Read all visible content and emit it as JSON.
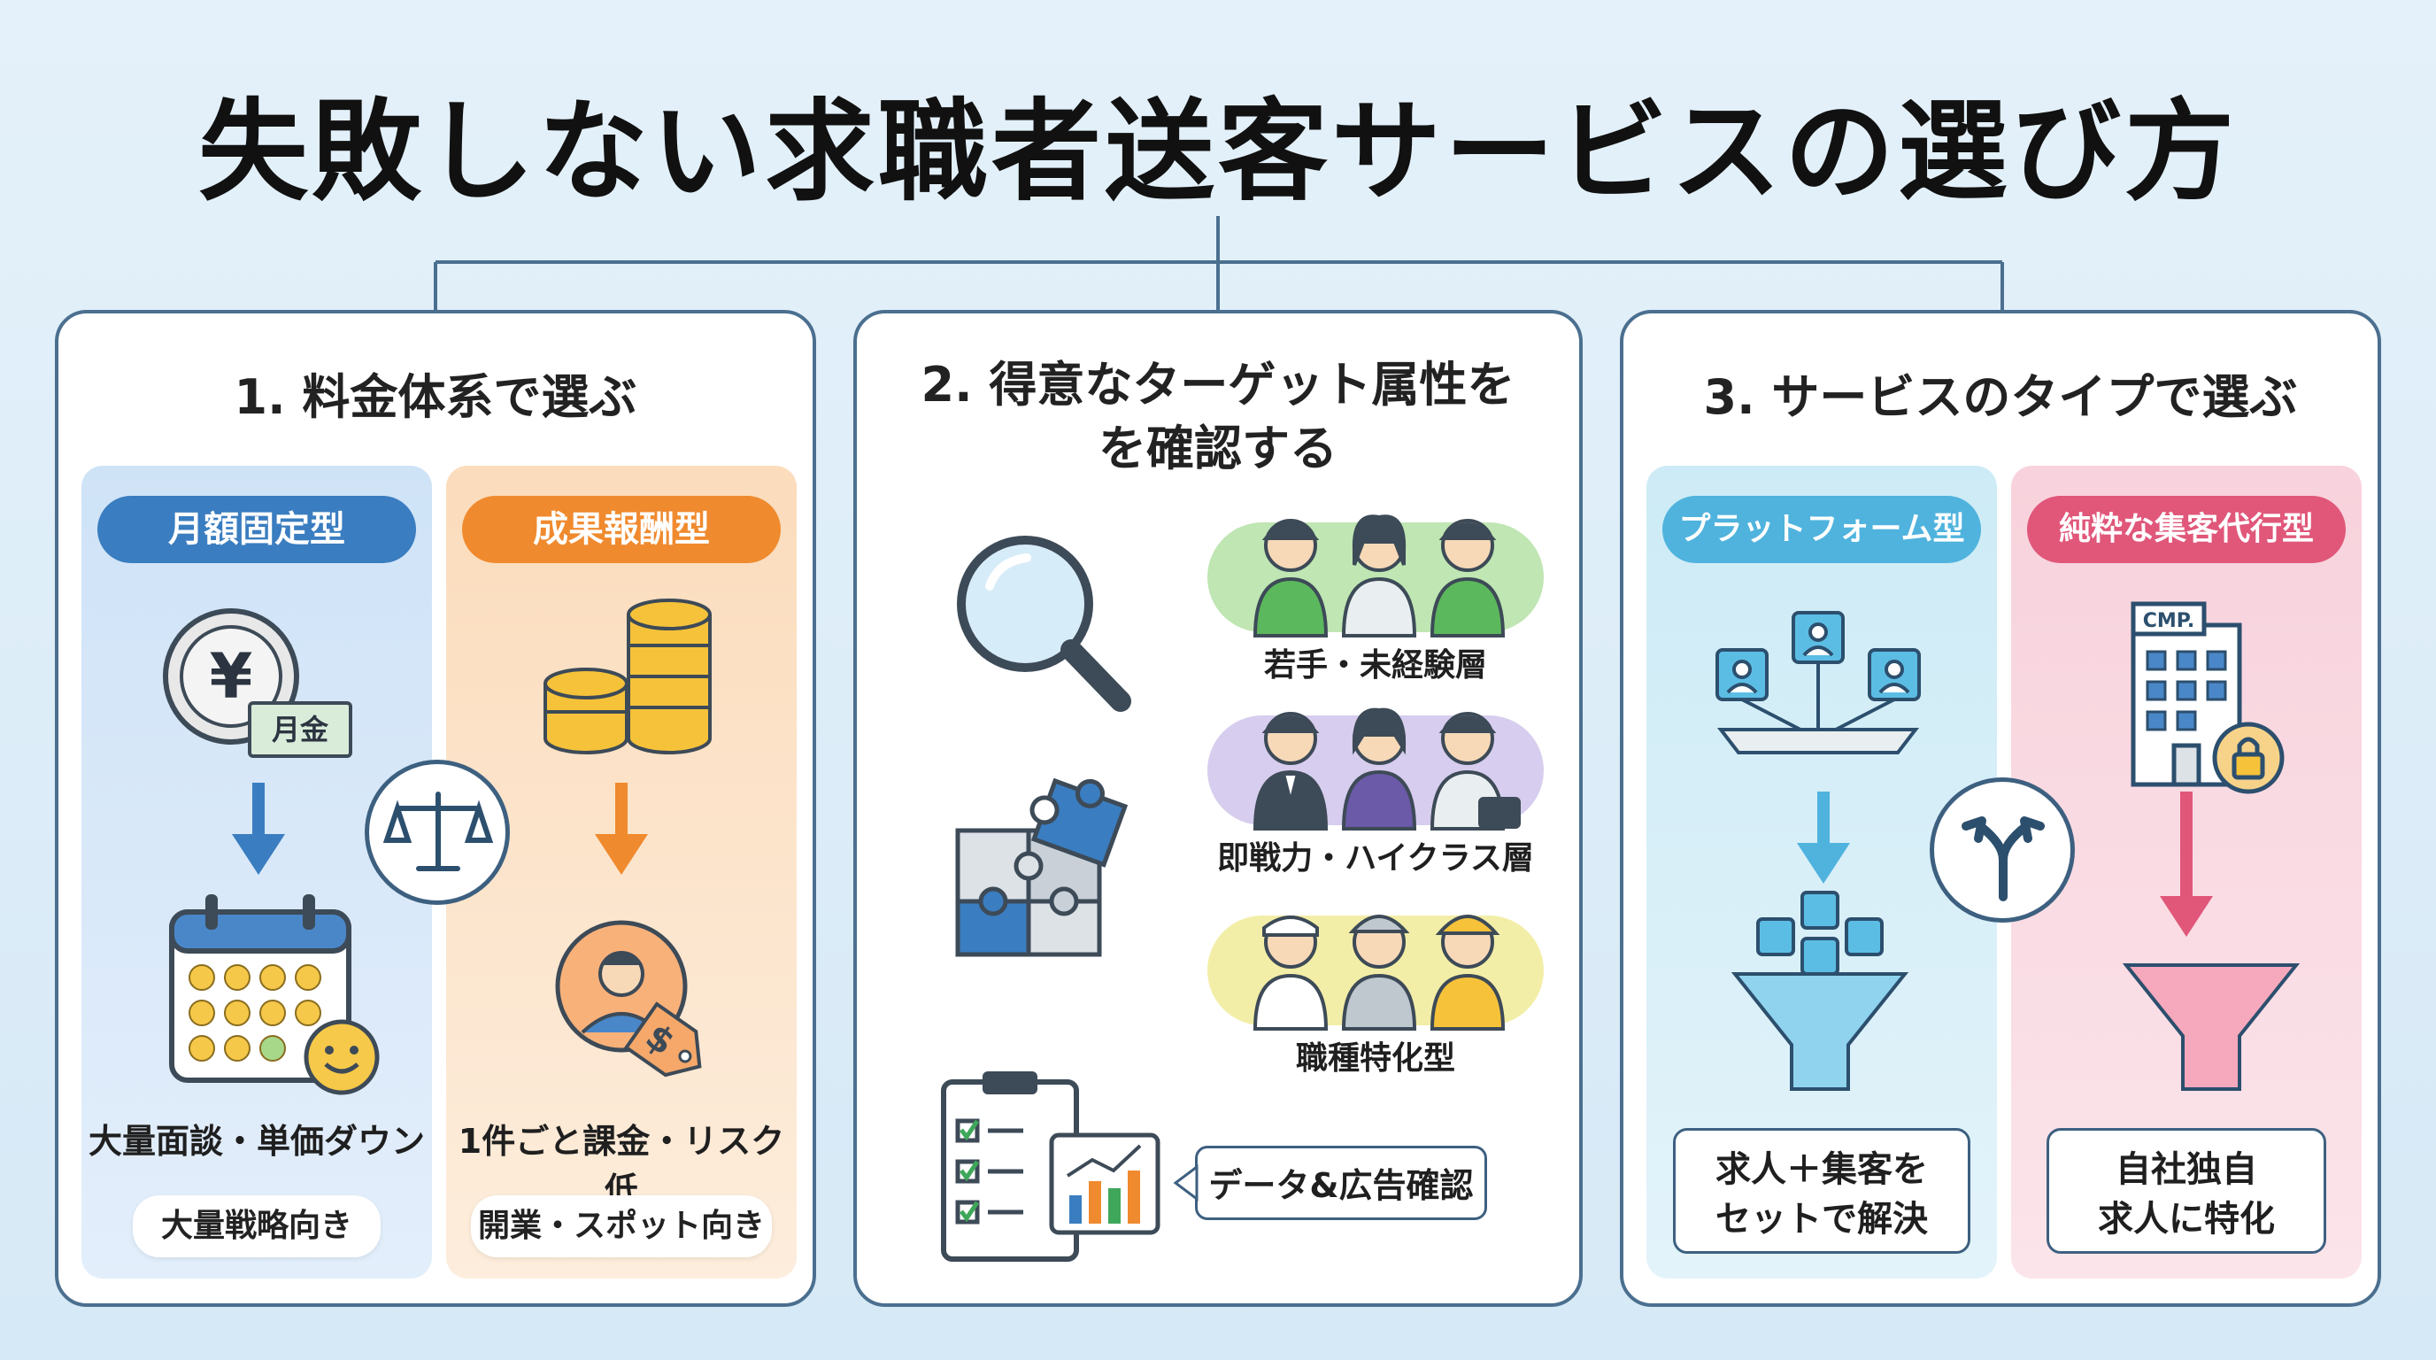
{
  "title": "失敗しない求職者送客サービスの選び方",
  "panel1": {
    "heading": "1. 料金体系で選ぶ",
    "left": {
      "pill": "月額固定型",
      "coin_symbol": "¥",
      "bill_label": "月金",
      "caption": "大量面談・単価ダウン",
      "chip": "大量戦略向き"
    },
    "right": {
      "pill": "成果報酬型",
      "tag_symbol": "$",
      "caption": "1件ごと課金・リスク低",
      "chip": "開業・スポット向き"
    },
    "center_icon": "scale-icon"
  },
  "panel2": {
    "heading_line1": "2. 得意なターゲット属性を",
    "heading_line2": "を確認する",
    "groups": [
      {
        "label": "若手・未経験層",
        "color": "#bfe6b3"
      },
      {
        "label": "即戦力・ハイクラス層",
        "color": "#d7cdee"
      },
      {
        "label": "職種特化型",
        "color": "#f3eea7"
      }
    ],
    "data_box": "データ&広告確認"
  },
  "panel3": {
    "heading": "3. サービスのタイプで選ぶ",
    "left": {
      "pill": "プラットフォーム型",
      "box_line1": "求人＋集客を",
      "box_line2": "セットで解決"
    },
    "right": {
      "pill": "純粋な集客代行型",
      "building_label": "CMP.",
      "box_line1": "自社独自",
      "box_line2": "求人に特化"
    },
    "center_icon": "fork-arrows-icon"
  },
  "colors": {
    "border": "#4b6f8f",
    "blue_pill": "#3a7dc0",
    "orange_pill": "#f08a2e",
    "cyan_pill": "#4fb3dd",
    "pink_pill": "#e0577a"
  }
}
